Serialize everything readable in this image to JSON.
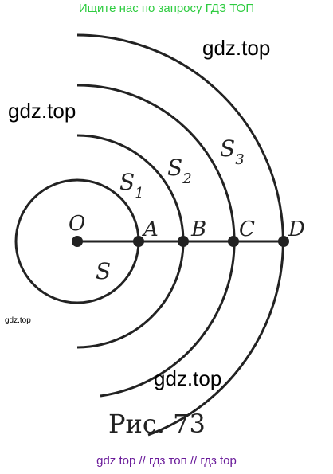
{
  "banner": {
    "text": "Ищите нас по запросу ГДЗ ТОП",
    "color": "#2ecc40"
  },
  "watermarks": {
    "top_right": "gdz.top",
    "upper_left": "gdz.top",
    "small_left": "gdz.top",
    "bottom_center": "gdz.top"
  },
  "diagram": {
    "points": {
      "O": "O",
      "A": "A",
      "B": "B",
      "C": "C",
      "D": "D"
    },
    "regions": {
      "S": "S",
      "S1": {
        "base": "S",
        "sub": "1"
      },
      "S2": {
        "base": "S",
        "sub": "2"
      },
      "S3": {
        "base": "S",
        "sub": "3"
      }
    },
    "line_color": "#222222"
  },
  "caption": "Рис. 73",
  "footer": {
    "text": "gdz top  //  гдз топ  //  гдз top",
    "color": "#6a1b9a"
  }
}
